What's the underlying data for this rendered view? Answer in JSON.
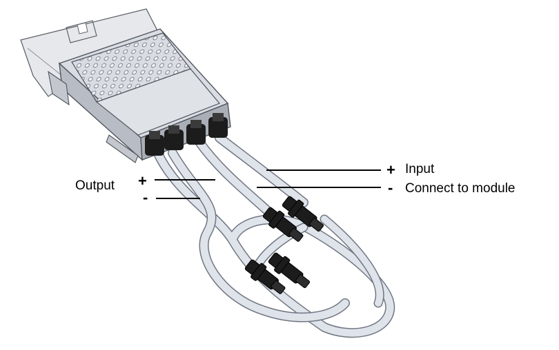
{
  "labels": {
    "output": "Output",
    "input": "Input",
    "connect": "Connect to module",
    "plus": "+",
    "minus": "-"
  },
  "colors": {
    "cable_light": "#dfe3ea",
    "cable_edge": "#6f7682",
    "housing": "#cfd3da",
    "housing_dark": "#8e949e",
    "connector": "#1c1c1c",
    "leader": "#000000"
  },
  "icons": {
    "device": "microinverter",
    "connector": "mc4-connector"
  }
}
